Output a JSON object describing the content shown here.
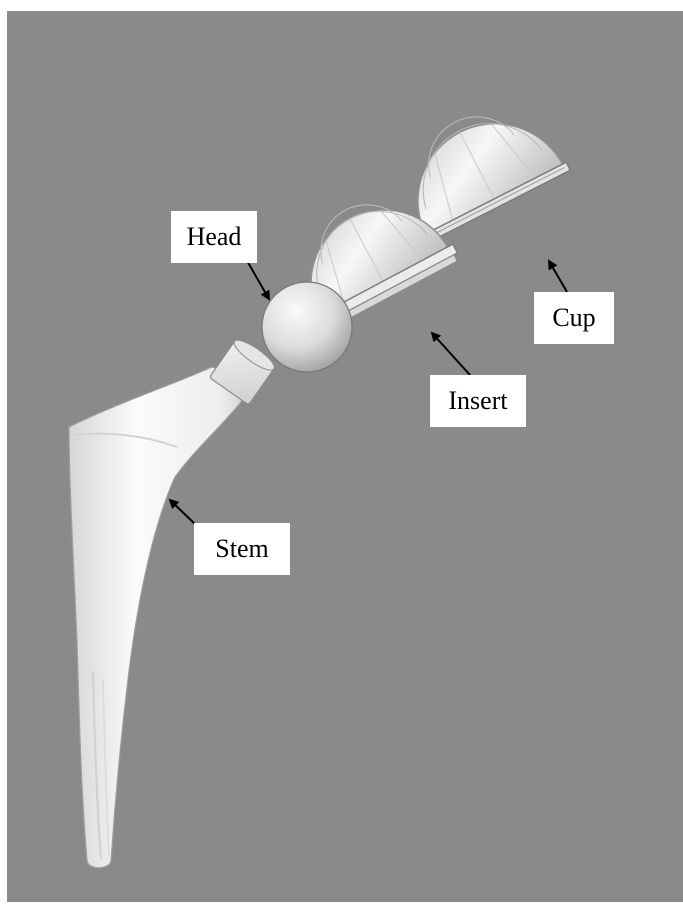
{
  "figure": {
    "background_color": "#8a8a8a",
    "components": [
      {
        "key": "head",
        "label": "Head"
      },
      {
        "key": "insert",
        "label": "Insert"
      },
      {
        "key": "cup",
        "label": "Cup"
      },
      {
        "key": "stem",
        "label": "Stem"
      }
    ]
  }
}
